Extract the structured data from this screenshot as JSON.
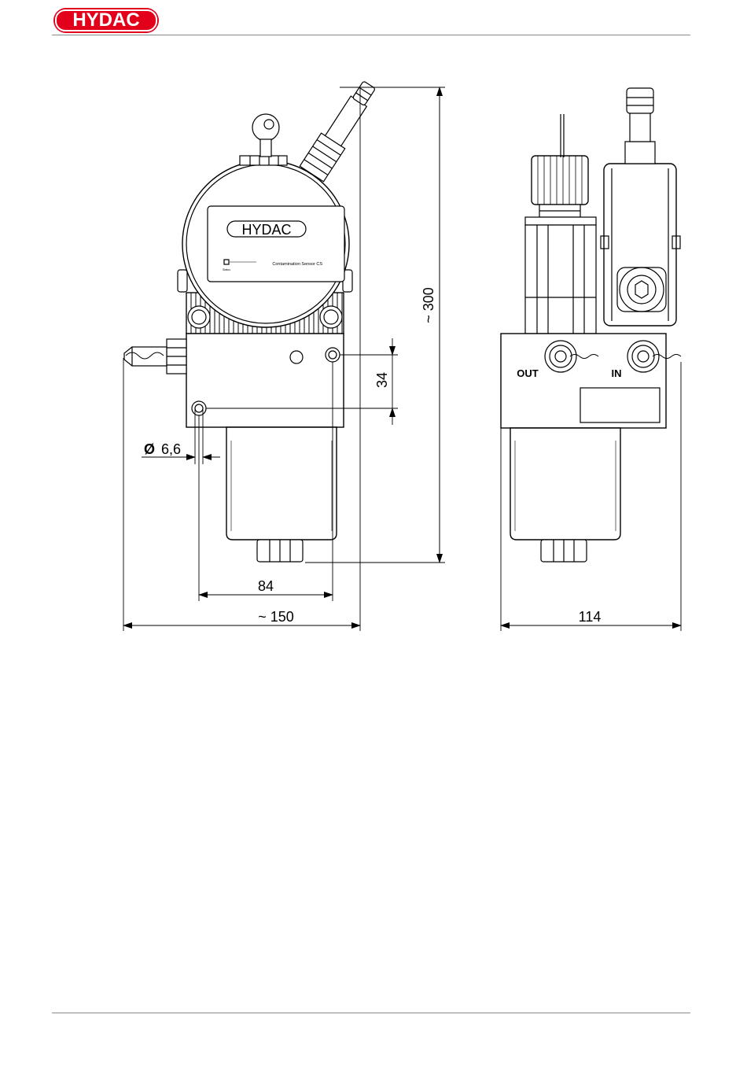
{
  "header": {
    "brand": "HYDAC"
  },
  "front_view": {
    "plate_brand": "HYDAC",
    "plate_text": "Contamination Sensor CS",
    "status_label": "Status",
    "dim_height": "~ 300",
    "dim_hole_spacing": "34",
    "dim_hole_diameter_symbol": "Ø",
    "dim_hole_diameter": "6,6",
    "dim_hole_distance": "84",
    "dim_width": "~ 150"
  },
  "side_view": {
    "port_out": "OUT",
    "port_in": "IN",
    "dim_depth": "114"
  }
}
